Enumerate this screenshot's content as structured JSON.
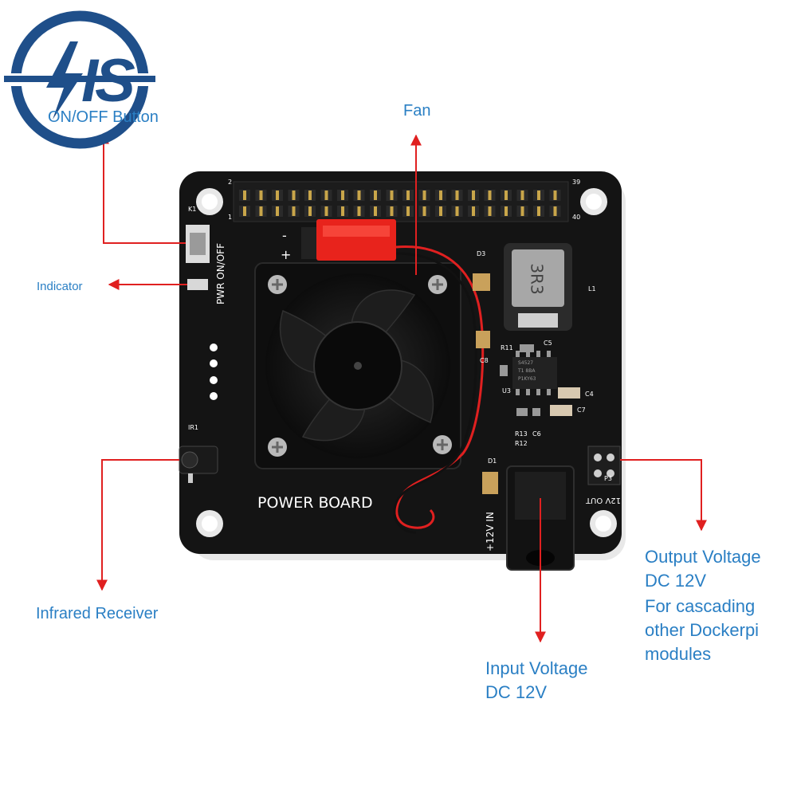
{
  "logo": {
    "text": "IS"
  },
  "labels": {
    "on_off_button": "ON/OFF Button",
    "fan": "Fan",
    "indicator": "Indicator",
    "infrared_receiver": "Infrared Receiver",
    "input_voltage_line1": "Input Voltage",
    "input_voltage_line2": "DC 12V",
    "output_voltage_lines": [
      "Output Voltage",
      "DC 12V",
      "For cascading",
      "other Dockerpi",
      "modules"
    ]
  },
  "board": {
    "title": "POWER BOARD",
    "switch_label": "PWR ON/OFF",
    "input_label": "+12V IN",
    "output_label": "12V OUT",
    "inductor_marking": "3R3",
    "chip_marking": [
      "S4527",
      "T1 8BA",
      "P1KY63"
    ],
    "silkscreen": [
      "L1",
      "D3",
      "C5",
      "R11",
      "C8",
      "U3",
      "C4",
      "C7",
      "R13",
      "R12",
      "C6",
      "D1",
      "P3",
      "IR1",
      "K1",
      "2",
      "1",
      "39",
      "40"
    ]
  },
  "colors": {
    "label_blue": "#2a7fc4",
    "arrow_red": "#e02020",
    "pcb_black": "#141414",
    "connector_red": "#e8231c"
  }
}
